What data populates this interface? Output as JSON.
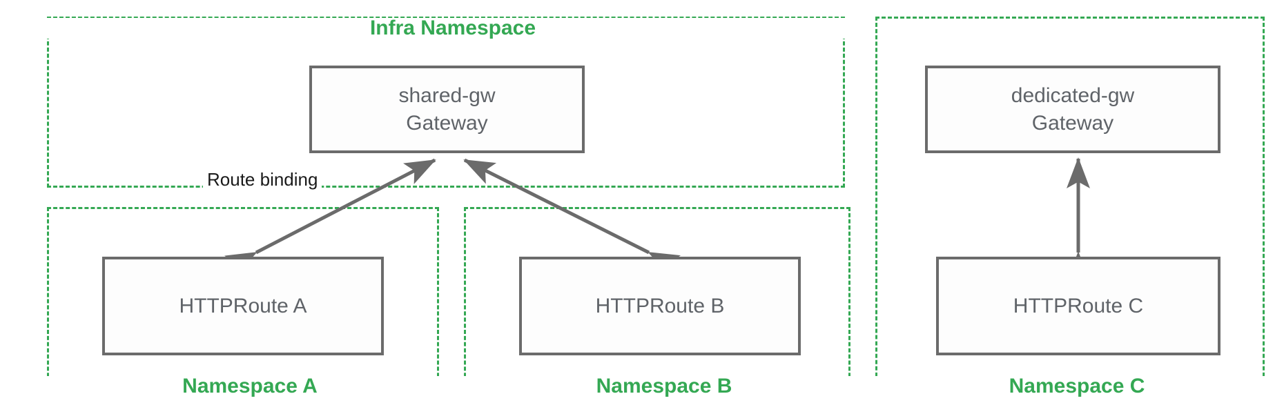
{
  "diagram": {
    "title_visible": false,
    "colors": {
      "namespace_border": "#34a853",
      "namespace_label": "#34a853",
      "box_border": "#6b6b6b",
      "box_text": "#5f6368",
      "arrow": "#6b6b6b",
      "edge_label_text": "#1a1a1a",
      "background": "#ffffff"
    },
    "namespaces": [
      {
        "id": "infra",
        "label": "Infra Namespace",
        "label_position": "top"
      },
      {
        "id": "namespace-a",
        "label": "Namespace A",
        "label_position": "bottom"
      },
      {
        "id": "namespace-b",
        "label": "Namespace B",
        "label_position": "bottom"
      },
      {
        "id": "namespace-c",
        "label": "Namespace C",
        "label_position": "bottom"
      }
    ],
    "nodes": [
      {
        "id": "shared-gw",
        "line1": "shared-gw",
        "line2": "Gateway",
        "namespace": "infra"
      },
      {
        "id": "dedicated-gw",
        "line1": "dedicated-gw",
        "line2": "Gateway",
        "namespace": "namespace-c"
      },
      {
        "id": "httproute-a",
        "line1": "HTTPRoute A",
        "line2": "",
        "namespace": "namespace-a"
      },
      {
        "id": "httproute-b",
        "line1": "HTTPRoute B",
        "line2": "",
        "namespace": "namespace-b"
      },
      {
        "id": "httproute-c",
        "line1": "HTTPRoute C",
        "line2": "",
        "namespace": "namespace-c"
      }
    ],
    "edges": [
      {
        "id": "edge-a",
        "from": "httproute-a",
        "to": "shared-gw",
        "label": "Route binding",
        "style": "double-arrow"
      },
      {
        "id": "edge-b",
        "from": "httproute-b",
        "to": "shared-gw",
        "label": "",
        "style": "double-arrow"
      },
      {
        "id": "edge-c",
        "from": "httproute-c",
        "to": "dedicated-gw",
        "label": "",
        "style": "double-arrow"
      }
    ]
  }
}
